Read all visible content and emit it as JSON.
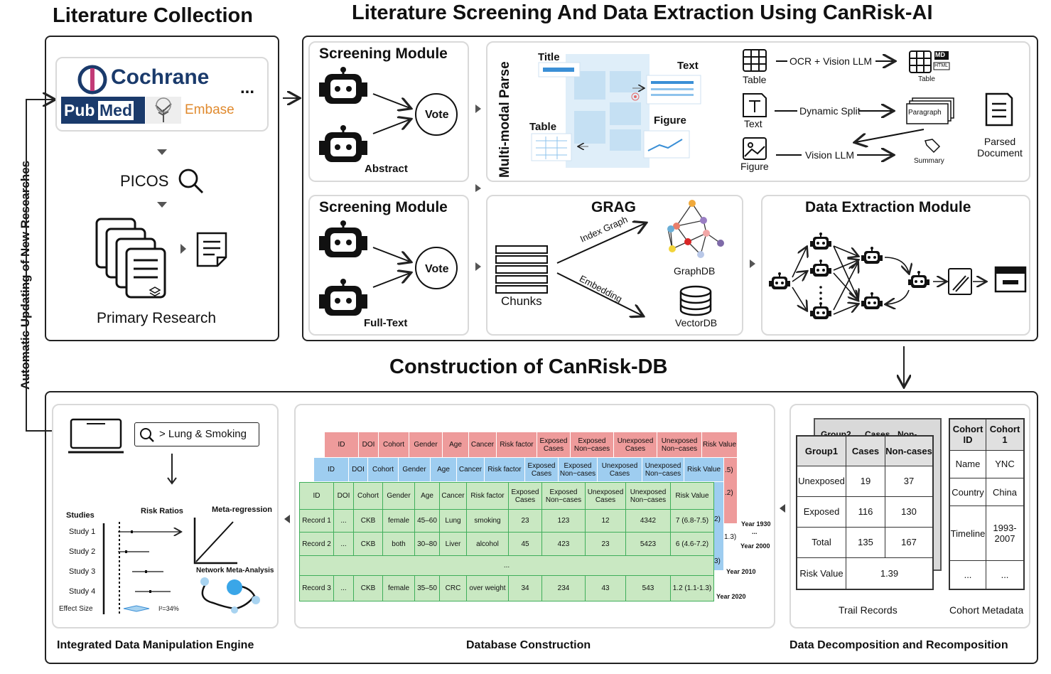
{
  "titles": {
    "literature_collection": "Literature Collection",
    "screening_extraction": "Literature Screening And Data Extraction Using CanRisk-AI",
    "construction": "Construction of CanRisk-DB",
    "auto_update": "Automatic Updating of New Researches"
  },
  "collection": {
    "cochrane": "Cochrane",
    "pubmed_a": "Pub",
    "pubmed_b": "Med",
    "embase": "Embase",
    "ellipsis": "...",
    "picos": "PICOS",
    "primary_research": "Primary Research"
  },
  "screening_abstract": {
    "title": "Screening Module",
    "vote": "Vote",
    "label": "Abstract"
  },
  "screening_fulltext": {
    "title": "Screening Module",
    "vote": "Vote",
    "label": "Full-Text"
  },
  "parse": {
    "vertical_title": "Multi-modal Parse",
    "doc_title": "Title",
    "doc_text": "Text",
    "doc_table": "Table",
    "doc_figure": "Figure",
    "table_icon": "Table",
    "text_icon": "Text",
    "figure_icon": "Figure",
    "ocr": "OCR + Vision LLM",
    "dynamic_split": "Dynamic Split",
    "vision_llm": "Vision LLM",
    "table_out": "Table",
    "md": "MD",
    "html": "HTML",
    "paragraph": "Paragraph",
    "summary": "Summary",
    "parsed_doc": "Parsed Document"
  },
  "grag": {
    "title": "GRAG",
    "chunks": "Chunks",
    "index_graph": "Index Graph",
    "embedding": "Embedding",
    "graphdb": "GraphDB",
    "vectordb": "VectorDB"
  },
  "extraction": {
    "title": "Data Extraction Module"
  },
  "engine": {
    "search": "> Lung & Smoking",
    "studies": "Studies",
    "risk_ratios": "Risk Ratios",
    "meta_regression": "Meta-regression",
    "nma": "Network Meta-Analysis",
    "study_rows": [
      "Study 1",
      "Study 2",
      "Study 3",
      "Study 4"
    ],
    "effect_size": "Effect Size",
    "i2": "I²=34%",
    "caption": "Integrated Data Manipulation Engine"
  },
  "database": {
    "caption": "Database Construction",
    "headers": [
      "ID",
      "DOI",
      "Cohort",
      "Gender",
      "Age",
      "Cancer",
      "Risk factor",
      "Exposed Cases",
      "Exposed Non−cases",
      "Unexposed Cases",
      "Unexposed Non−cases",
      "Risk Value"
    ],
    "rows": [
      [
        "Record 1",
        "...",
        "CKB",
        "female",
        "45–60",
        "Lung",
        "smoking",
        "23",
        "123",
        "12",
        "4342",
        "7 (6.8-7.5)"
      ],
      [
        "Record 2",
        "...",
        "CKB",
        "both",
        "30–80",
        "Liver",
        "alcohol",
        "45",
        "423",
        "23",
        "5423",
        "6 (4.6-7.2)"
      ],
      [
        "Record 3",
        "...",
        "CKB",
        "female",
        "35–50",
        "CRC",
        "over weight",
        "34",
        "234",
        "43",
        "543",
        "1.2 (1.1-1.3)"
      ]
    ],
    "ellipsis_row": "...",
    "peek": [
      ".5)",
      ".2)",
      "2)",
      "1.3)",
      "3)"
    ],
    "years": [
      "Year 1930",
      "...",
      "Year 2000",
      "Year 2010",
      "Year 2020"
    ]
  },
  "decomposition": {
    "caption": "Data Decomposition and Recomposition",
    "back_headers": [
      "Group2",
      "Cases",
      "Non-cases"
    ],
    "headers": [
      "Group1",
      "Cases",
      "Non-cases"
    ],
    "rows": [
      [
        "Unexposed",
        "19",
        "37"
      ],
      [
        "Exposed",
        "116",
        "130"
      ],
      [
        "Total",
        "135",
        "167"
      ]
    ],
    "risk_label": "Risk Value",
    "risk_value": "1.39",
    "trail_caption": "Trail Records",
    "cohort_headers": [
      "Cohort ID",
      "Cohort 1"
    ],
    "cohort_rows": [
      [
        "Name",
        "YNC"
      ],
      [
        "Country",
        "China"
      ],
      [
        "Timeline",
        "1993-2007"
      ],
      [
        "...",
        "..."
      ]
    ],
    "cohort_caption": "Cohort Metadata"
  },
  "colors": {
    "red": "#ee9b9b",
    "blue": "#9ecdf0",
    "green": "#c9e8c2",
    "gridline_green": "#3fae5a",
    "navy": "#1a3a6b",
    "embase": "#e08a2e"
  }
}
